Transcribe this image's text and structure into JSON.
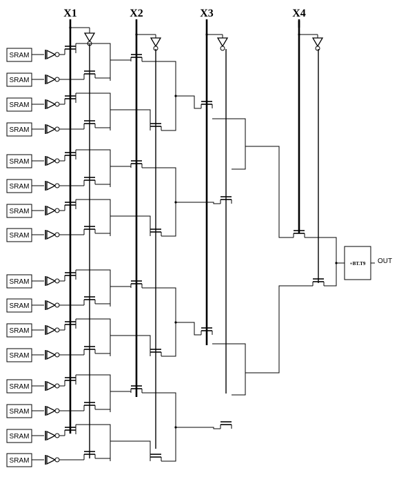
{
  "diagram": {
    "selects": [
      "X1",
      "X2",
      "X3",
      "X4"
    ],
    "cells": [
      "SRAM",
      "SRAM",
      "SRAM",
      "SRAM",
      "SRAM",
      "SRAM",
      "SRAM",
      "SRAM",
      "SRAM",
      "SRAM",
      "SRAM",
      "SRAM",
      "SRAM",
      "SRAM",
      "SRAM",
      "SRAM"
    ],
    "output_buffer": "+BT.T9",
    "output_label": "OUT"
  }
}
